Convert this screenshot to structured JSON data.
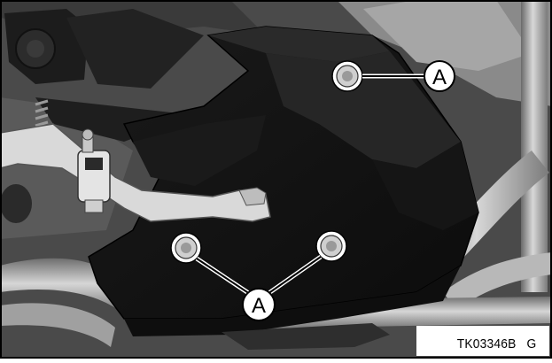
{
  "figure": {
    "code": "TK03346B",
    "view": "G",
    "callout_letter": "A",
    "callouts": [
      {
        "label": "A",
        "targets": [
          "upper-bolt"
        ]
      },
      {
        "label": "A",
        "targets": [
          "lower-left-bolt",
          "lower-right-bolt"
        ]
      }
    ]
  }
}
